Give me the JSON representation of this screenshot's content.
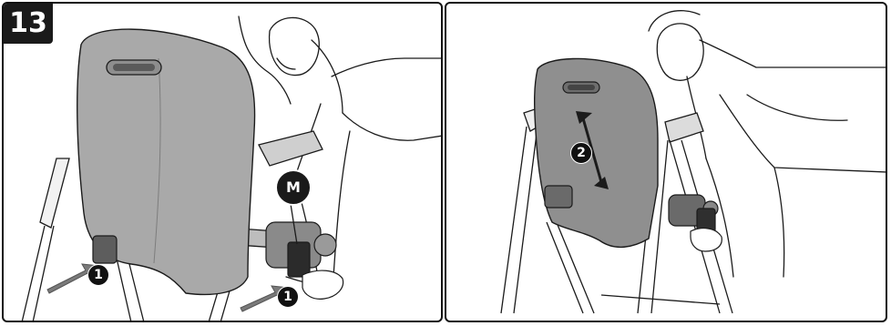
{
  "step": {
    "number": "13"
  },
  "left_panel": {
    "magnifier_label": "M",
    "push_marker_a": "1",
    "push_marker_b": "1"
  },
  "right_panel": {
    "adjust_marker": "2"
  },
  "colors": {
    "seat_left": "#a9a9a9",
    "seat_right": "#8f8f8f",
    "line": "#1b1b1b",
    "arrow": "#7a7a7a"
  }
}
